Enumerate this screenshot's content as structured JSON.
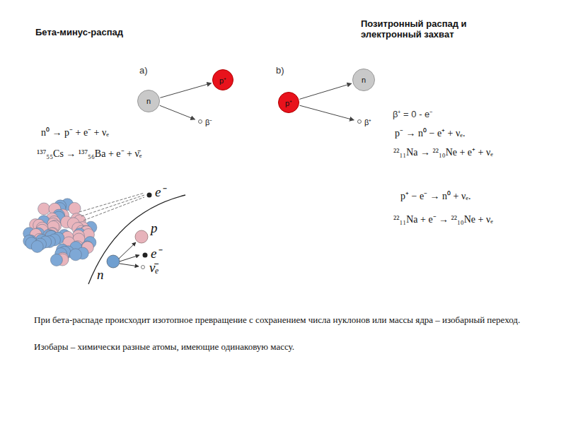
{
  "diagram": {
    "nodes": [
      {
        "text": [
          "n"
        ]
      },
      {
        "text": [
          "p⁺"
        ]
      },
      {
        "text": [
          "β⁻"
        ]
      },
      {
        "text": [
          "p⁺"
        ]
      },
      {
        "text": [
          "n"
        ]
      },
      {
        "text": [
          "β⁺"
        ]
      }
    ],
    "edges": [
      {
        "from": 0,
        "to": 1,
        "arrow": "to"
      },
      {
        "from": 0,
        "to": 2,
        "arrow": "to"
      },
      {
        "from": 3,
        "to": 4,
        "arrow": "to"
      },
      {
        "from": 3,
        "to": 5,
        "arrow": "to"
      }
    ],
    "labels": [
      "Бета-минус-распад",
      "Позитронный распад и электронный захват",
      "a)",
      "b)",
      "β⁺ = 0 - e⁻",
      "n⁰ → p⁻ + e⁻ + νₑ",
      "¹³⁷₅₅Cs → ¹³⁷₅₆Ba + e⁻ + ν̄ₑ",
      "p⁻ → n⁰ − e⁺ + νₑ.",
      "²²₁₁Na → ²²₁₀Ne + e⁺ + νₑ",
      "p⁺ − e⁻ → n⁰ + νₑ.",
      "²²₁₁Na + e⁻ → ²²₁₀Ne + νₑ",
      "e⁻",
      "p",
      "e⁻",
      "ν̄ₑ",
      "n",
      "При бета-распаде происходит изотопное превращение с сохранением числа нуклонов или массы ядра – изобарный переход.",
      "Изобары – химически разные атомы, имеющие одинаковую массу."
    ]
  }
}
